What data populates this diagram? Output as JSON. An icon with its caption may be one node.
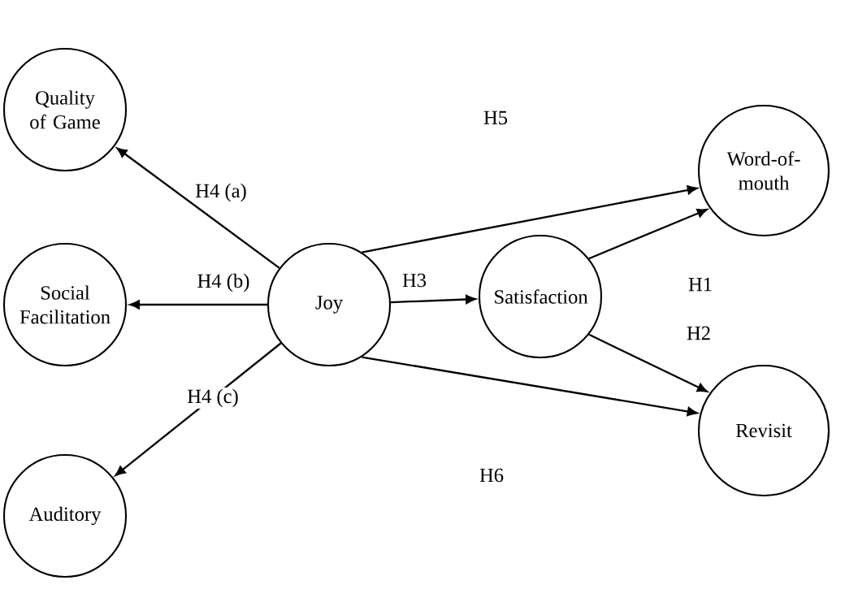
{
  "diagram": {
    "nodes": [
      {
        "text": [
          "Quality of Game"
        ]
      },
      {
        "text": [
          "Social Facilitation"
        ]
      },
      {
        "text": [
          "Auditory"
        ]
      },
      {
        "text": [
          "Joy"
        ]
      },
      {
        "text": [
          "Satisfaction"
        ]
      },
      {
        "text": [
          "Word-of-mouth"
        ]
      },
      {
        "text": [
          "Revisit"
        ]
      }
    ],
    "edges": [
      {
        "from": 3,
        "to": 0,
        "arrow": "to",
        "label": "H4 (a)"
      },
      {
        "from": 3,
        "to": 1,
        "arrow": "to",
        "label": "H4 (b)"
      },
      {
        "from": 3,
        "to": 2,
        "arrow": "to",
        "label": "H4 (c)"
      },
      {
        "from": 3,
        "to": 4,
        "arrow": "to",
        "label": "H3"
      },
      {
        "from": 3,
        "to": 5,
        "arrow": "to",
        "label": "H5"
      },
      {
        "from": 3,
        "to": 6,
        "arrow": "to",
        "label": "H6"
      },
      {
        "from": 4,
        "to": 5,
        "arrow": "to",
        "label": "H1"
      },
      {
        "from": 4,
        "to": 6,
        "arrow": "to",
        "label": "H2"
      }
    ]
  }
}
